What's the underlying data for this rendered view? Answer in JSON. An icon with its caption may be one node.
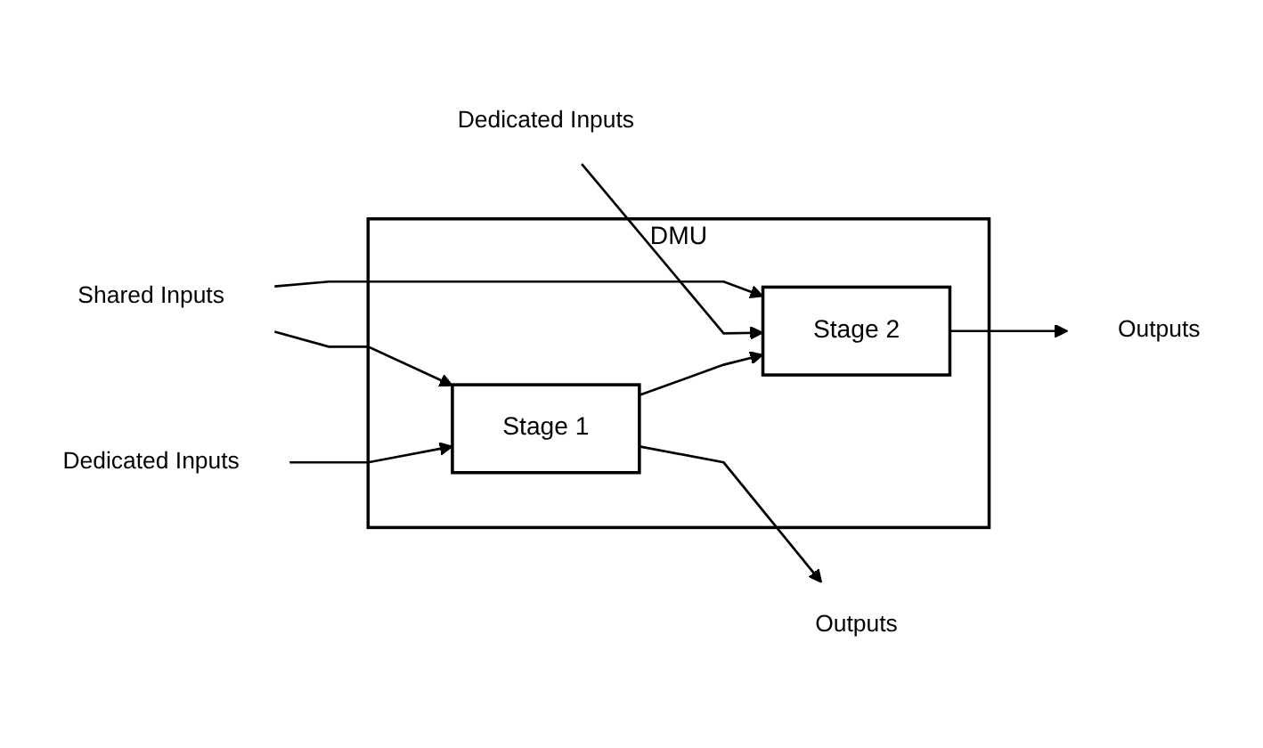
{
  "diagram": {
    "nodes": [
      {
        "text": [
          "Dedicated Inputs"
        ]
      },
      {
        "text": [
          "Shared Inputs"
        ]
      },
      {
        "text": [
          "Dedicated Inputs"
        ]
      },
      {
        "text": [
          "DMU"
        ]
      },
      {
        "text": [
          "Stage 1"
        ],
        "in": 3
      },
      {
        "text": [
          "Stage 2"
        ],
        "in": 3
      },
      {
        "text": [
          "Outputs"
        ]
      },
      {
        "text": [
          "Outputs"
        ]
      }
    ],
    "edges": [
      {
        "from": 1,
        "to": 4,
        "arrow": "to"
      },
      {
        "from": 1,
        "to": 5,
        "arrow": "to"
      },
      {
        "from": 2,
        "to": 4,
        "arrow": "to"
      },
      {
        "from": 0,
        "to": 5,
        "arrow": "to"
      },
      {
        "from": 4,
        "to": 5,
        "arrow": "to"
      },
      {
        "from": 5,
        "to": 6,
        "arrow": "to"
      },
      {
        "from": 4,
        "to": 7,
        "arrow": "to"
      }
    ]
  }
}
